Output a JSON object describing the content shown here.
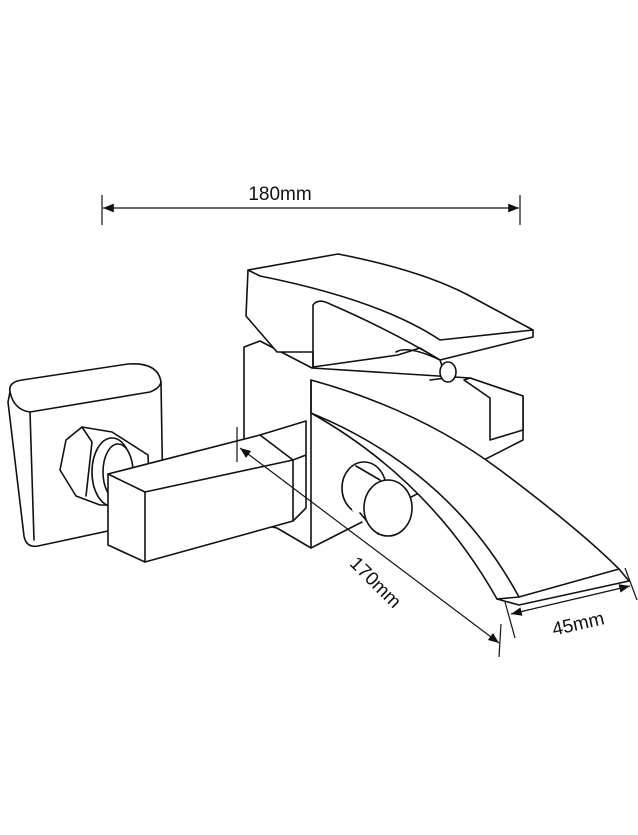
{
  "title": "Wall-mounted faucet dimension drawing",
  "dimensions": {
    "overall_width": "180mm",
    "spout_length": "170mm",
    "spout_width": "45mm"
  },
  "colors": {
    "line": "#111111",
    "background": "#ffffff"
  }
}
